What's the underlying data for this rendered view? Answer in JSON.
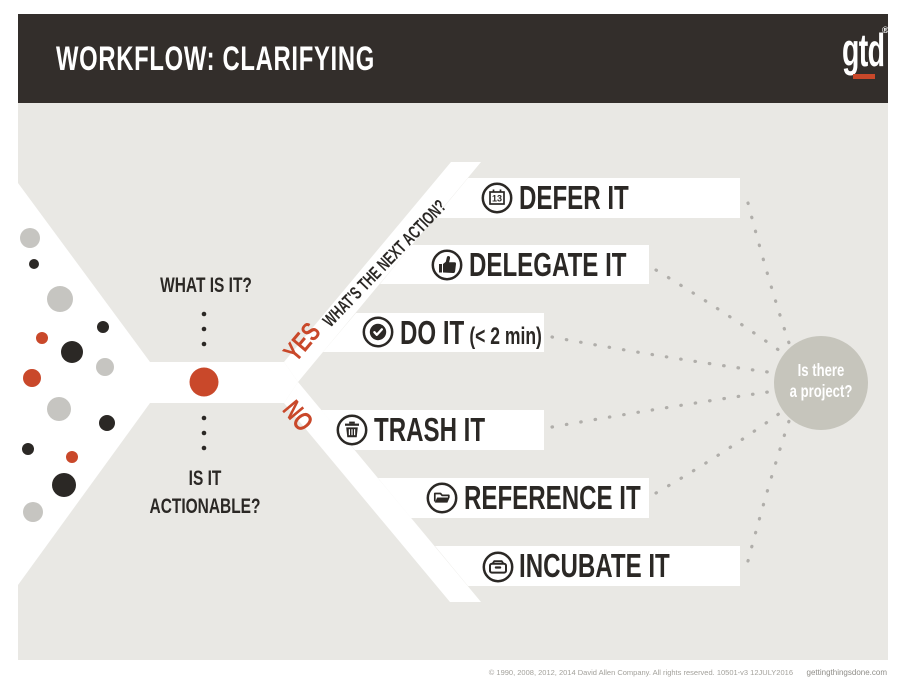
{
  "header": {
    "title": "WORKFLOW: CLARIFYING",
    "logo": "gtd",
    "registered": "®"
  },
  "intake": {
    "what_is_it": "WHAT IS IT?",
    "is_it_line1": "IS IT",
    "is_it_line2": "ACTIONABLE?"
  },
  "decision": {
    "yes": "YES",
    "no": "NO",
    "next_action_question": "WHAT'S THE NEXT ACTION?"
  },
  "actions": [
    {
      "label": "DEFER IT",
      "icon": "calendar-icon",
      "calendar_day": "13"
    },
    {
      "label": "DELEGATE IT",
      "icon": "thumbs-up-icon"
    },
    {
      "label": "DO IT",
      "suffix": "(< 2 min)",
      "icon": "clock-check-icon"
    },
    {
      "label": "TRASH IT",
      "icon": "trash-icon"
    },
    {
      "label": "REFERENCE IT",
      "icon": "open-folder-icon"
    },
    {
      "label": "INCUBATE IT",
      "icon": "inbox-box-icon"
    }
  ],
  "project_prompt": {
    "line1": "Is there",
    "line2": "a project?"
  },
  "footer": {
    "copyright": "© 1990, 2008, 2012, 2014 David Allen Company. All rights reserved. 10501-v3 12JULY2016",
    "website": "gettingthingsdone.com"
  },
  "colors": {
    "header_bg": "#332e2b",
    "canvas_bg": "#e9e8e4",
    "accent_orange": "#c9482a",
    "ink": "#2b2825",
    "gray_dot": "#c6c5c1",
    "project_circle": "#c6c5bc",
    "dotted_line": "#b0aeaa",
    "footer_text": "#a3a19b"
  }
}
